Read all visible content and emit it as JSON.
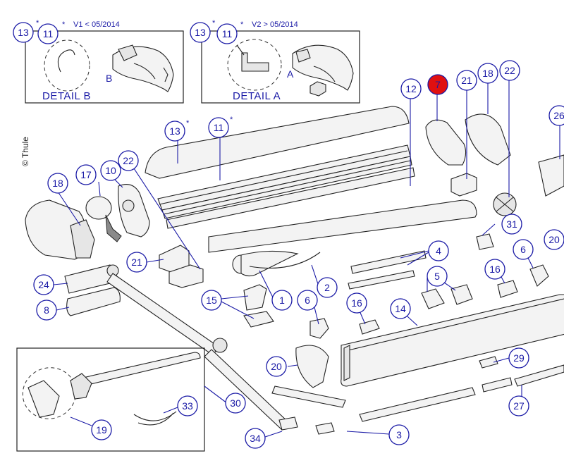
{
  "copyright": "© Thule",
  "detail_b": {
    "title": "DETAIL B",
    "version": "V1 < 05/2014",
    "callout_letter": "B",
    "star": "*"
  },
  "detail_a": {
    "title": "DETAIL A",
    "version": "V2 > 05/2014",
    "callout_letter": "A",
    "star": "*"
  },
  "stars": {
    "s13": "*",
    "s11": "*"
  },
  "labels": {
    "b13": "13",
    "b11": "11",
    "a13": "13",
    "a11": "11",
    "p1": "1",
    "p2": "2",
    "p3": "3",
    "p4": "4",
    "p5": "5",
    "p6a": "6",
    "p6b": "6",
    "p7": "7",
    "p8": "8",
    "p10": "10",
    "p11": "11",
    "p12": "12",
    "p13": "13",
    "p14": "14",
    "p15": "15",
    "p16a": "16",
    "p16b": "16",
    "p17": "17",
    "p18a": "18",
    "p18b": "18",
    "p19": "19",
    "p20a": "20",
    "p20b": "20",
    "p21a": "21",
    "p21b": "21",
    "p22a": "22",
    "p22b": "22",
    "p24": "24",
    "p26": "26",
    "p27": "27",
    "p29": "29",
    "p30": "30",
    "p31": "31",
    "p33": "33",
    "p34": "34"
  },
  "colors": {
    "callout": "#1a1aa6",
    "highlight": "#e01010",
    "line": "#222222"
  }
}
